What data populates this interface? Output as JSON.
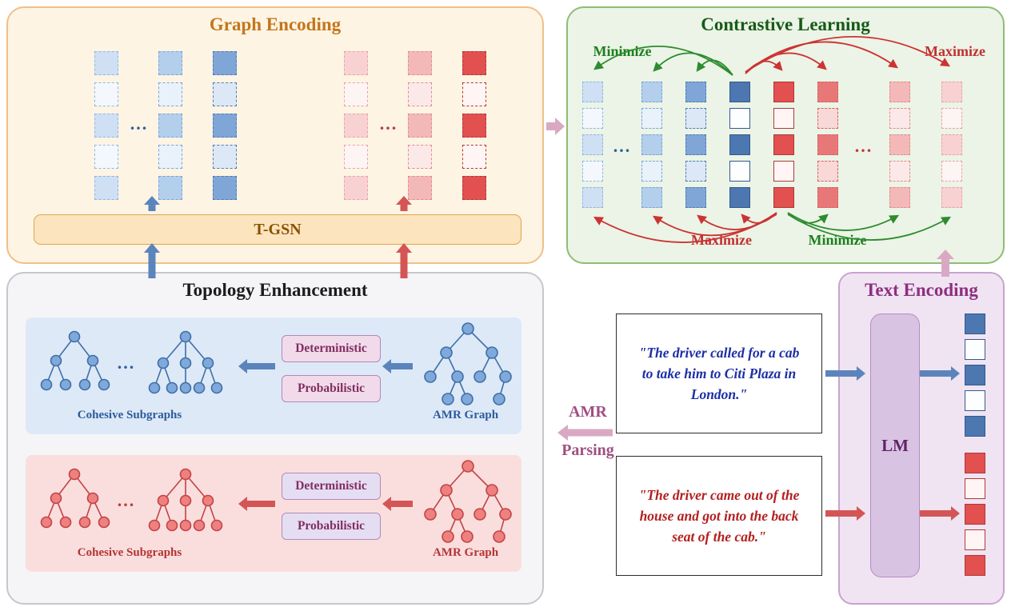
{
  "colors": {
    "blue_accent": "#4C77B0",
    "red_accent": "#D45555",
    "green_accent": "#2E8B2E",
    "mauve_accent": "#D9A9C4",
    "orange_accent": "#C4761B",
    "purple_accent": "#8E2F80"
  },
  "graph_encoding": {
    "title": "Graph Encoding",
    "tgsn_label": "T-GSN",
    "ellipsis": "..."
  },
  "contrastive_learning": {
    "title": "Contrastive Learning",
    "minimize_top": "Minimize",
    "maximize_top": "Maximize",
    "maximize_bottom": "Maximize",
    "minimize_bottom": "Minimize",
    "ellipsis": "..."
  },
  "topology_enhancement": {
    "title": "Topology Enhancement",
    "blue_track": {
      "cohesive_label": "Cohesive Subgraphs",
      "amr_label": "AMR Graph",
      "deterministic": "Deterministic",
      "probabilistic": "Probabilistic",
      "ellipsis": "..."
    },
    "red_track": {
      "cohesive_label": "Cohesive Subgraphs",
      "amr_label": "AMR Graph",
      "deterministic": "Deterministic",
      "probabilistic": "Probabilistic",
      "ellipsis": "..."
    }
  },
  "text_encoding": {
    "title": "Text Encoding",
    "lm_label": "LM"
  },
  "amr_parsing": {
    "line1": "AMR",
    "line2": "Parsing"
  },
  "sentences": {
    "positive": "\"The driver called for a cab to take him to Citi Plaza in London.\"",
    "negative": "\"The driver came out of the house and got into the back seat of the cab.\""
  }
}
